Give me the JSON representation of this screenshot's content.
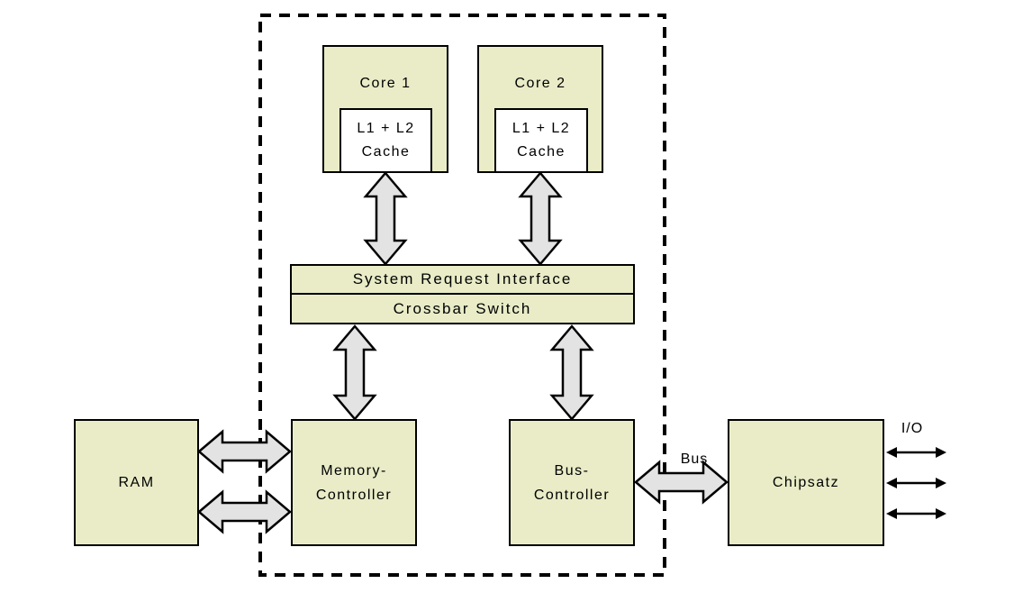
{
  "colors": {
    "background": "#ffffff",
    "box_fill": "#e9ecc7",
    "box_border": "#000000",
    "cache_fill": "#ffffff",
    "arrow_fill": "#e3e3e3",
    "arrow_outline": "#000000",
    "io_arrow_color": "#000000",
    "text_color": "#000000"
  },
  "boxes": {
    "core1": {
      "label": "Core 1"
    },
    "core2": {
      "label": "Core 2"
    },
    "cache1": {
      "line1": "L1 + L2",
      "line2": "Cache"
    },
    "cache2": {
      "line1": "L1 + L2",
      "line2": "Cache"
    },
    "sri": {
      "label": "System Request Interface"
    },
    "crossbar": {
      "label": "Crossbar Switch"
    },
    "memory_controller": {
      "line1": "Memory-",
      "line2": "Controller"
    },
    "bus_controller": {
      "line1": "Bus-",
      "line2": "Controller"
    },
    "ram": {
      "label": "RAM"
    },
    "chipset": {
      "label": "Chipsatz"
    }
  },
  "labels": {
    "bus": "Bus",
    "io": "I/O"
  },
  "connections": [
    {
      "from": "cache1",
      "to": "sri",
      "style": "block-double-arrow"
    },
    {
      "from": "cache2",
      "to": "sri",
      "style": "block-double-arrow"
    },
    {
      "from": "crossbar",
      "to": "memory_controller",
      "style": "block-double-arrow"
    },
    {
      "from": "crossbar",
      "to": "bus_controller",
      "style": "block-double-arrow"
    },
    {
      "from": "ram",
      "to": "memory_controller",
      "style": "block-double-arrow",
      "count": 2
    },
    {
      "from": "bus_controller",
      "to": "chipset",
      "style": "block-double-arrow",
      "label": "Bus"
    },
    {
      "from": "chipset",
      "to": "external-io",
      "style": "thin-double-arrow",
      "count": 3,
      "label": "I/O"
    }
  ]
}
